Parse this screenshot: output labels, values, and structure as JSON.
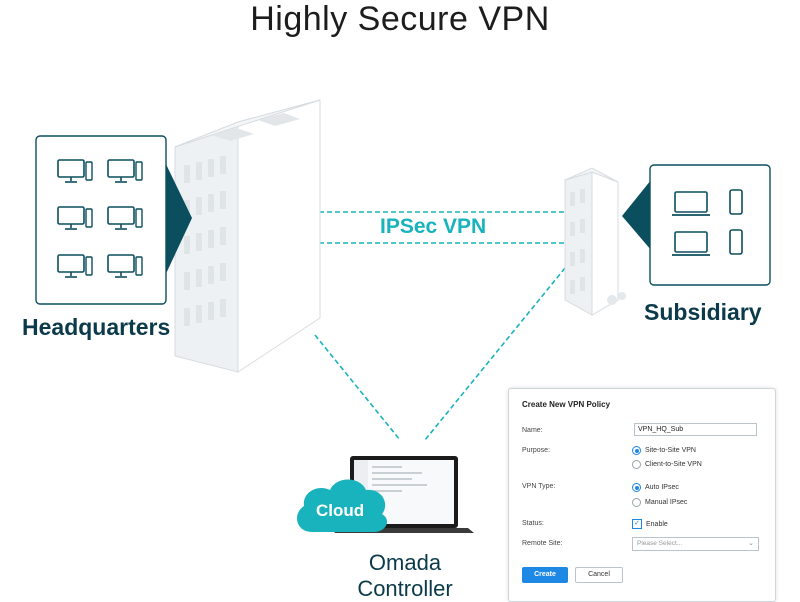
{
  "title": "Highly Secure VPN",
  "labels": {
    "headquarters": "Headquarters",
    "subsidiary": "Subsidiary",
    "ipsec": "IPSec VPN",
    "cloud": "Cloud",
    "omada_line1": "Omada",
    "omada_line2": "Controller"
  },
  "colors": {
    "accent": "#19b3bd",
    "dark_teal": "#0b4f5e",
    "label_navy": "#0b3a4a",
    "button_blue": "#1e88e5"
  },
  "icons": {
    "headquarters_devices": [
      "desktop-icon",
      "desktop-icon",
      "desktop-icon",
      "desktop-icon",
      "desktop-icon",
      "desktop-icon"
    ],
    "subsidiary_devices": [
      "laptop-icon",
      "phone-icon",
      "laptop-icon",
      "phone-icon"
    ],
    "cloud": "cloud-icon",
    "controller": "laptop-icon"
  },
  "form": {
    "title": "Create New VPN Policy",
    "name_label": "Name:",
    "name_value": "VPN_HQ_Sub",
    "purpose_label": "Purpose:",
    "purpose_options": [
      "Site-to-Site VPN",
      "Client-to-Site VPN"
    ],
    "purpose_selected": "Site-to-Site VPN",
    "vpn_type_label": "VPN Type:",
    "vpn_type_options": [
      "Auto IPsec",
      "Manual IPsec"
    ],
    "vpn_type_selected": "Auto IPsec",
    "status_label": "Status:",
    "status_option": "Enable",
    "status_checked": true,
    "remote_site_label": "Remote Site:",
    "remote_site_placeholder": "Please Select...",
    "create_label": "Create",
    "cancel_label": "Cancel"
  }
}
